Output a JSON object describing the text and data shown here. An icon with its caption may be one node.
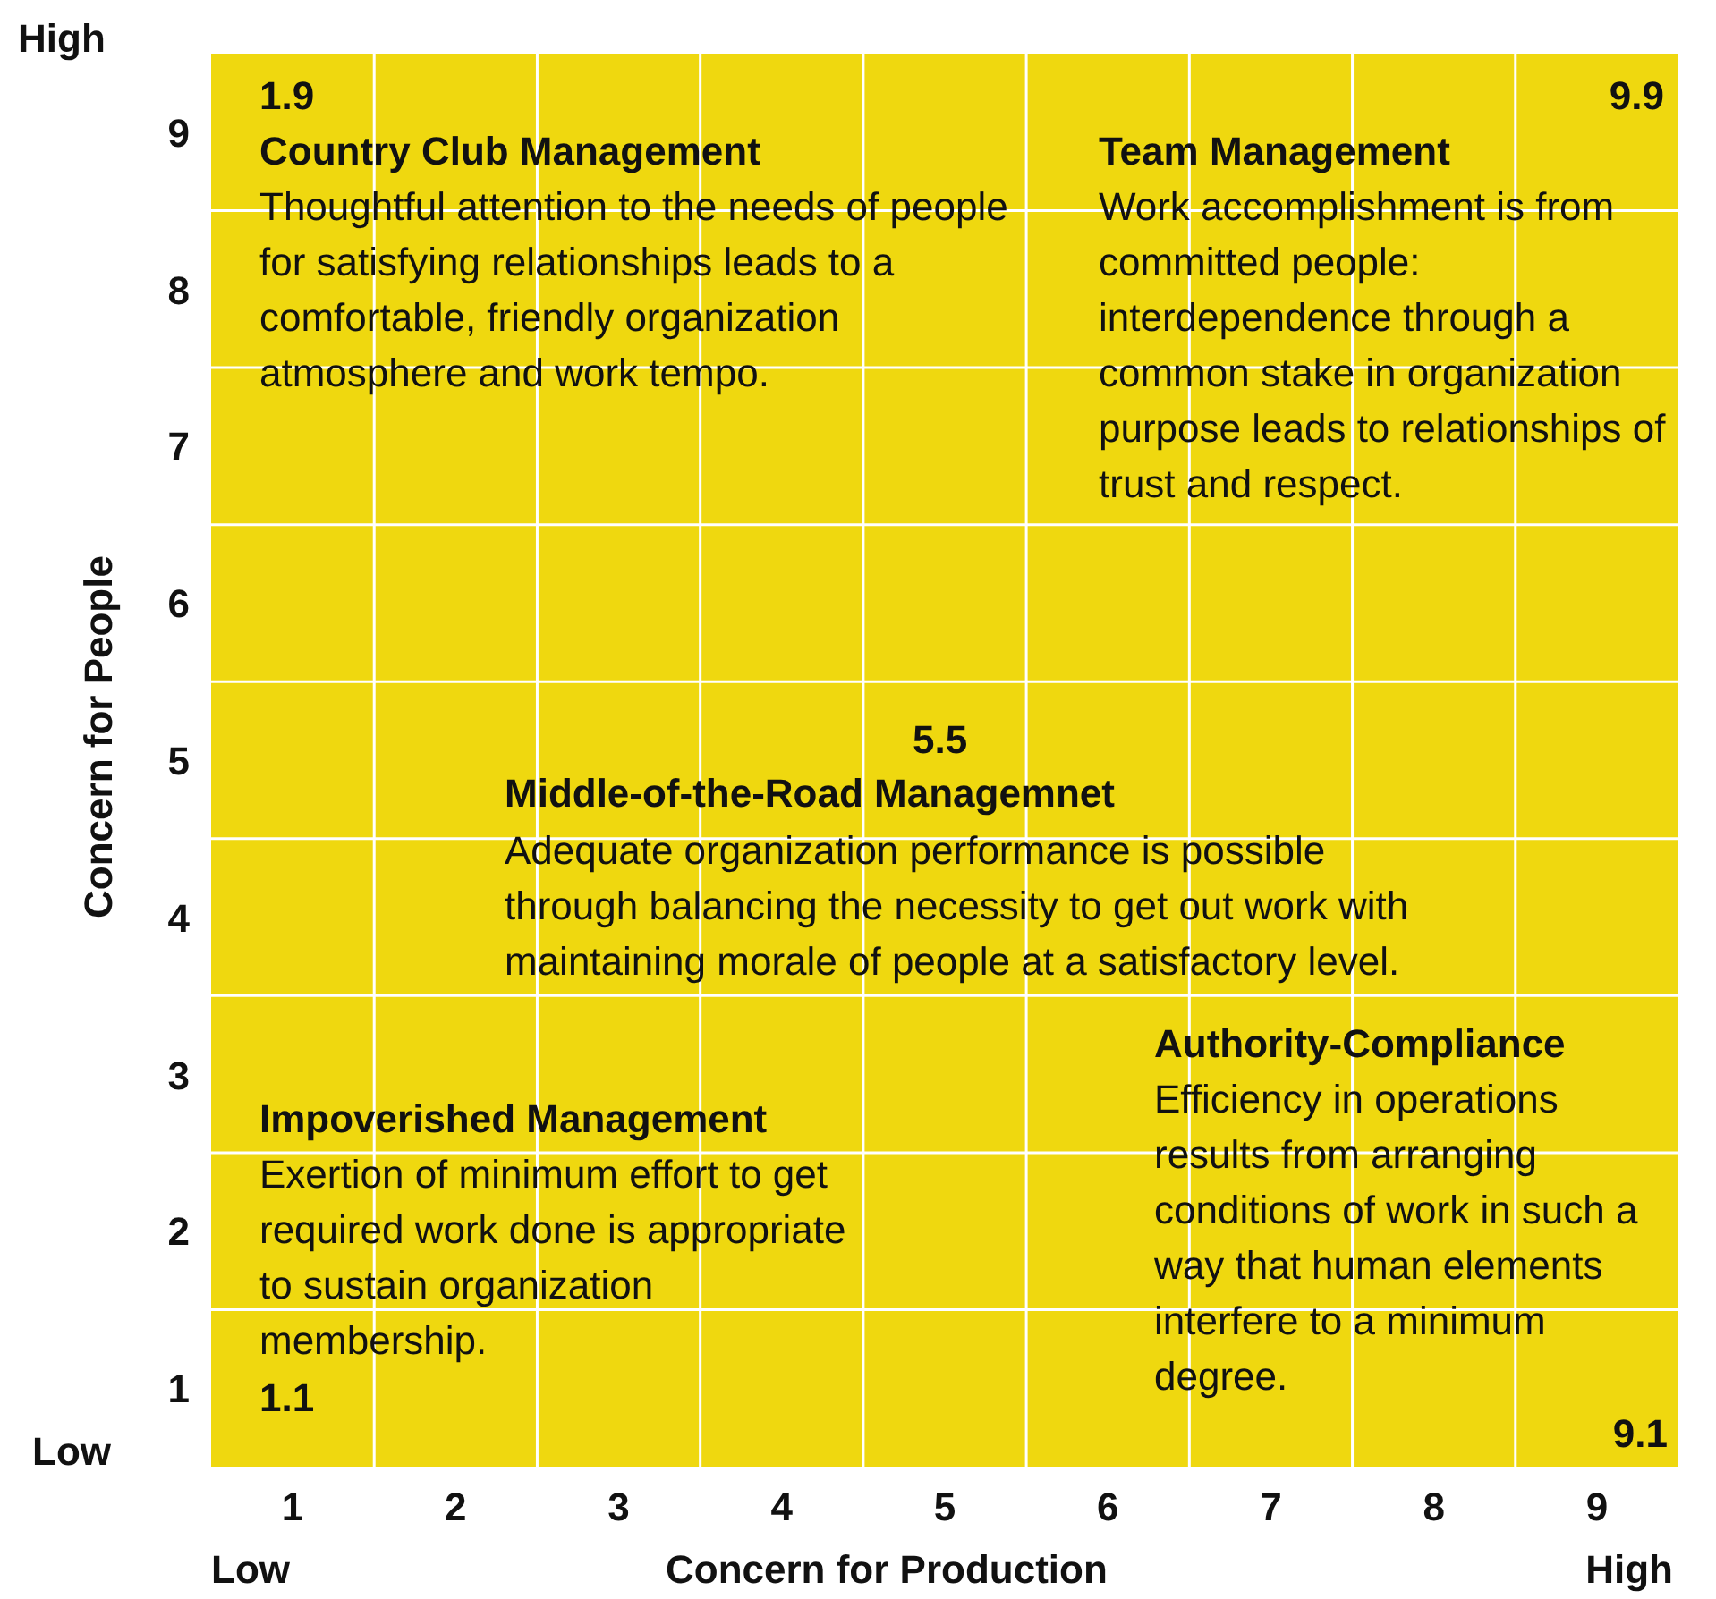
{
  "diagram": {
    "labels": [
      "High",
      "Concern for People",
      "Low",
      "9",
      "8",
      "7",
      "6",
      "5",
      "4",
      "3",
      "2",
      "1",
      "1",
      "2",
      "3",
      "4",
      "5",
      "6",
      "7",
      "8",
      "9",
      "Low",
      "Concern for Production",
      "High",
      "1.9",
      "Country Club Management",
      "Thoughtful attention to the needs of people for satisfying relationships leads to a comfortable, friendly organization atmosphere and work tempo.",
      "9.9",
      "Team Management",
      "Work accomplishment is from committed people: interdependence through a common stake in organization purpose leads to relationships of trust and respect.",
      "5.5",
      "Middle-of-the-Road Managemnet",
      "Adequate organization performance is possible through balancing the necessity to get out work with maintaining morale of people at a satisfactory level.",
      "Authority-Compliance",
      "Efficiency in operations results from arranging conditions of work in such a way that human elements interfere to a minimum degree.",
      "Impoverished Management",
      "Exertion of minimum effort to get required work done is appropriate to sustain organization membership.",
      "1.1",
      "9.1"
    ]
  }
}
